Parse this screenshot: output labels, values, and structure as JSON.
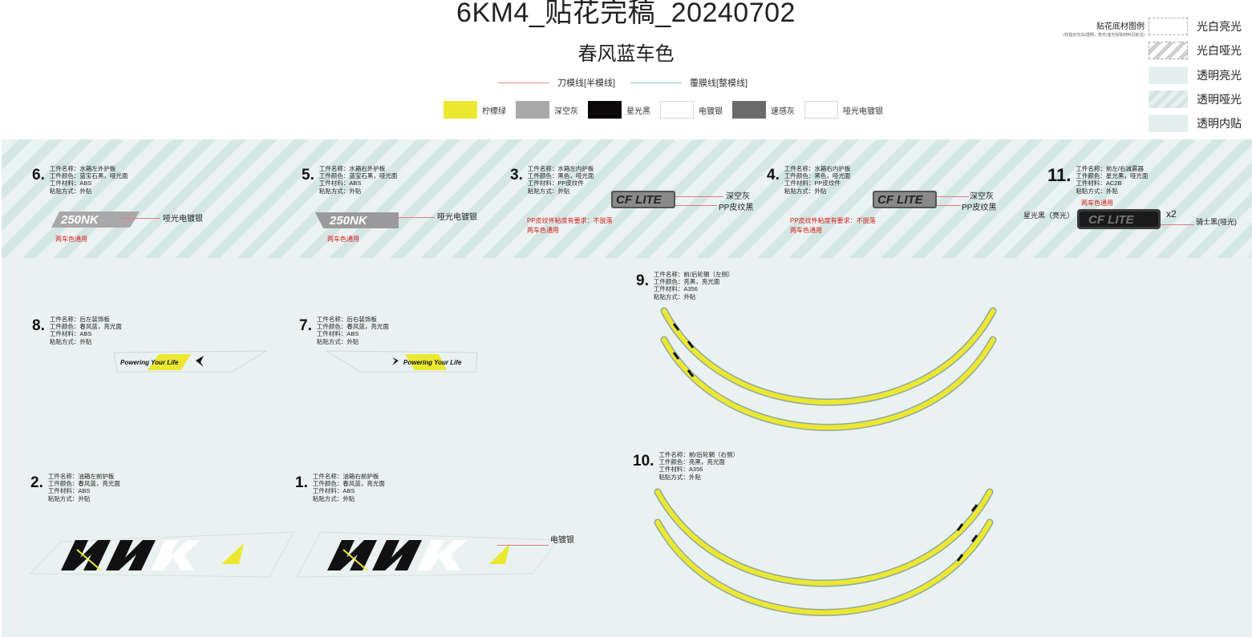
{
  "header": {
    "title": "6KM4_贴花完稿_20240702",
    "subtitle": "春风蓝车色",
    "line_legend": [
      {
        "label": "刀模线[半模线]",
        "color": "#e88a93"
      },
      {
        "label": "覆膜线[整模线]",
        "color": "#8fc2c8"
      }
    ],
    "swatches": [
      {
        "label": "柠檬绿",
        "color": "#ece832"
      },
      {
        "label": "深空灰",
        "color": "#a9a9a9"
      },
      {
        "label": "星光黑",
        "color": "#0c0809"
      },
      {
        "label": "电镀银",
        "color": "#ffffff"
      },
      {
        "label": "速感灰",
        "color": "#6b6b6b"
      },
      {
        "label": "哑光电镀银",
        "color": "#ffffff"
      }
    ]
  },
  "material_legend": {
    "title": "贴花底材图例",
    "note": "(仅指示光白/透明，亮光/亚光实际材料见标注)",
    "items": [
      {
        "label": "光白亮光",
        "style": "glossy-white"
      },
      {
        "label": "光白哑光",
        "style": "matte-white"
      },
      {
        "label": "透明亮光",
        "style": "clear-glossy"
      },
      {
        "label": "透明哑光",
        "style": "clear-matte"
      },
      {
        "label": "透明内贴",
        "style": "clear-inner"
      }
    ]
  },
  "parts": {
    "p6": {
      "num": "6.",
      "lines": [
        "工件名称：水箱左外护板",
        "工件颜色：蓝宝石黑，哑光面",
        "工件材料：ABS",
        "粘贴方式：外贴"
      ],
      "callout": "哑光电镀银",
      "note": "两车色通用",
      "logo": "250NK"
    },
    "p5": {
      "num": "5.",
      "lines": [
        "工件名称：水箱右外护板",
        "工件颜色：蓝宝石黑，哑光面",
        "工件材料：ABS",
        "粘贴方式：外贴"
      ],
      "callout": "哑光电镀银",
      "note": "两车色通用",
      "logo": "250NK"
    },
    "p3": {
      "num": "3.",
      "lines": [
        "工件名称：水箱左内护板",
        "工件颜色：黑色，哑光面",
        "工件材料：PP皮纹件",
        "粘贴方式：外贴"
      ],
      "callout1": "深空灰",
      "callout2": "PP皮纹黑",
      "note1": "PP皮纹件粘度有要求：不脱落",
      "note2": "两车色通用",
      "logo": "CF LITE"
    },
    "p4": {
      "num": "4.",
      "lines": [
        "工件名称：水箱右内护板",
        "工件颜色：黑色，哑光面",
        "工件材料：PP皮纹件",
        "粘贴方式：外贴"
      ],
      "callout1": "深空灰",
      "callout2": "PP皮纹黑",
      "note1": "PP皮纹件粘度有要求：不脱落",
      "note2": "两车色通用",
      "logo": "CF LITE"
    },
    "p11": {
      "num": "11.",
      "lines": [
        "工件名称：前左/右减震器",
        "工件颜色：星光黑，哑光面",
        "工件材料：AC2B",
        "粘贴方式：外贴"
      ],
      "note": "两车色通用",
      "callout_left": "星光黑（亮光）",
      "callout_right": "骑士黑(哑光)",
      "qty": "x2",
      "logo": "CF LITE"
    },
    "p8": {
      "num": "8.",
      "lines": [
        "工件名称：后左装饰板",
        "工件颜色：春风蓝，亮光面",
        "工件材料：ABS",
        "粘贴方式：外贴"
      ],
      "logo_text": "Powering Your Life"
    },
    "p7": {
      "num": "7.",
      "lines": [
        "工件名称：后右装饰板",
        "工件颜色：春风蓝，亮光面",
        "工件材料：ABS",
        "粘贴方式：外贴"
      ],
      "logo_text": "Powering Your Life"
    },
    "p9": {
      "num": "9.",
      "lines": [
        "工件名称：前/后轮辋（左侧）",
        "工件颜色：亮黑，亮光面",
        "工件材料：A356",
        "粘贴方式：外贴"
      ]
    },
    "p10": {
      "num": "10.",
      "lines": [
        "工件名称：前/后轮辋（右侧）",
        "工件颜色：亮黑，亮光面",
        "工件材料：A356",
        "粘贴方式：外贴"
      ]
    },
    "p2": {
      "num": "2.",
      "lines": [
        "工件名称：油箱左前护板",
        "工件颜色：春风蓝，亮光面",
        "工件材料：ABS",
        "粘贴方式：外贴"
      ]
    },
    "p1": {
      "num": "1.",
      "lines": [
        "工件名称：油箱右前护板",
        "工件颜色：春风蓝，亮光面",
        "工件材料：ABS",
        "粘贴方式：外贴"
      ],
      "callout": "电镀银"
    }
  },
  "colors": {
    "lemon": "#ece832",
    "black": "#111111",
    "teal_bg": "#e9f2f1",
    "cut_line": "#e88a93",
    "film_line": "#8fc2c8",
    "note_red": "#d61c1c"
  }
}
